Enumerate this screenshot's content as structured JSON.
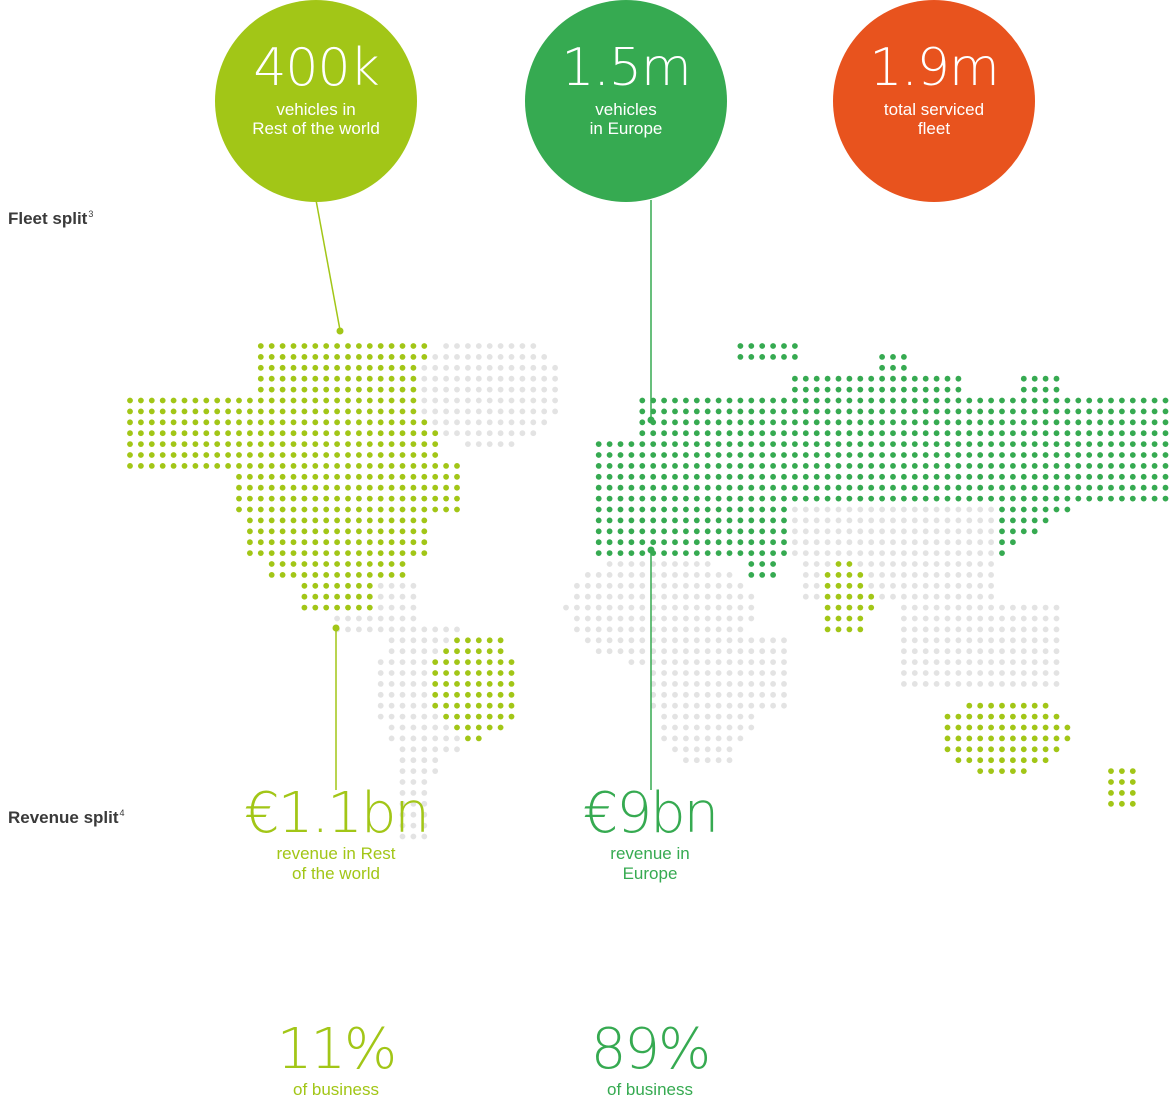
{
  "colors": {
    "rest_of_world": "#a2c617",
    "europe": "#36aa51",
    "total": "#e8531e",
    "land": "#e3e3e3",
    "label": "#3a3a3a"
  },
  "fleet_split": {
    "label": "Fleet split",
    "footnote": "3"
  },
  "revenue_split": {
    "label": "Revenue split",
    "footnote": "4"
  },
  "bubbles": [
    {
      "value": "400k",
      "line1": "vehicles in",
      "line2": "Rest of the world"
    },
    {
      "value": "1.5m",
      "line1": "vehicles",
      "line2": "in Europe"
    },
    {
      "value": "1.9m",
      "line1": "total serviced",
      "line2": "fleet"
    }
  ],
  "revenue": {
    "rest_of_world": {
      "value": "€1.1bn",
      "line1": "revenue in Rest",
      "line2": "of the world",
      "share": "11%",
      "share_label": "of business"
    },
    "europe": {
      "value": "€9bn",
      "line1": "revenue in",
      "line2": "Europe",
      "share": "89%",
      "share_label": "of business"
    }
  }
}
